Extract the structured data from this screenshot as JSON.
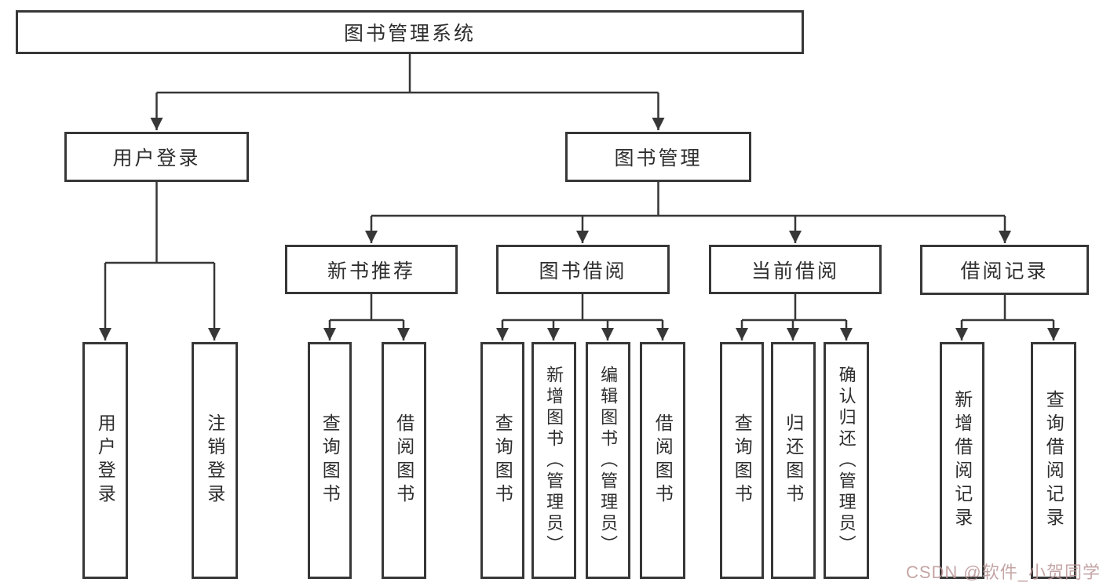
{
  "nodes": {
    "root": "图书管理系统",
    "user_login": "用户登录",
    "book_management": "图书管理",
    "new_book_recommend": "新书推荐",
    "book_borrow": "图书借阅",
    "current_borrow": "当前借阅",
    "borrow_record": "借阅记录",
    "leaf_user_login": "用户登录",
    "leaf_logout": "注销登录",
    "leaf_nbr_query": "查询图书",
    "leaf_nbr_borrow": "借阅图书",
    "leaf_bb_query": "查询图书",
    "leaf_bb_add": "新增图书（管理员）",
    "leaf_bb_edit": "编辑图书（管理员）",
    "leaf_bb_borrow": "借阅图书",
    "leaf_cb_query": "查询图书",
    "leaf_cb_return": "归还图书",
    "leaf_cb_confirm": "确认归还（管理员）",
    "leaf_br_add": "新增借阅记录",
    "leaf_br_query": "查询借阅记录"
  },
  "watermark": {
    "text": "CSDN @软件_小贺同学",
    "color": "#bb9595"
  },
  "colors": {
    "line": "#373737",
    "text": "#2e2e2e",
    "background": "#ffffff"
  }
}
